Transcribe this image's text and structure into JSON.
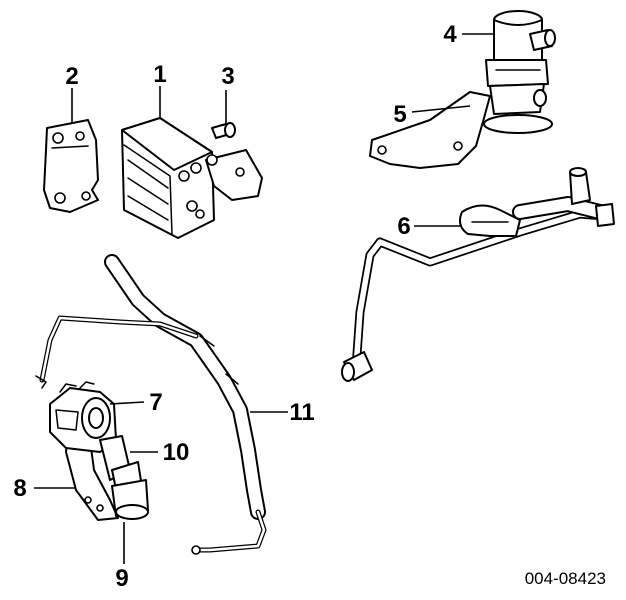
{
  "callouts": {
    "c1": "1",
    "c2": "2",
    "c3": "3",
    "c4": "4",
    "c5": "5",
    "c6": "6",
    "c7": "7",
    "c8": "8",
    "c9": "9",
    "c10": "10",
    "c11": "11"
  },
  "figure_code": "004-08423"
}
